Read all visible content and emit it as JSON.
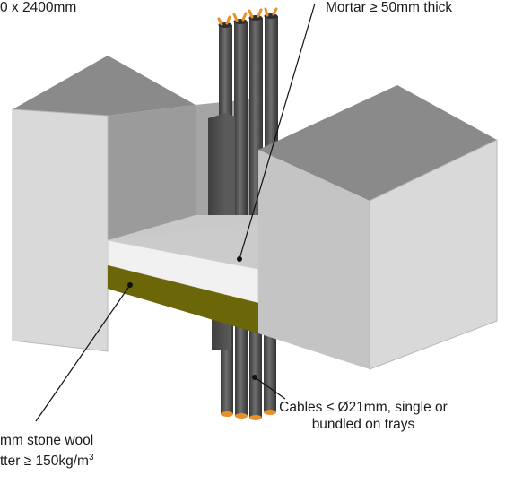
{
  "labels": {
    "opening_size": "0 x 2400mm",
    "mortar": "Mortar ≥ 50mm thick",
    "cables": {
      "line1": "Cables ≤ Ø21mm, single or",
      "line2": "bundled on trays"
    },
    "stone_wool": {
      "line1": "mm stone wool",
      "line2_prefix": "tter ≥ 150kg/m",
      "line2_superscript": "3"
    }
  },
  "colors": {
    "wall_front": "#d9d9d9",
    "wall_top": "#8a8a8a",
    "wall_inner": "#9b9b9b",
    "wall_side": "#c4c4c4",
    "mortar_top": "#c9c9c9",
    "mortar_front": "#f1f1f1",
    "stone_wool": "#6b6608",
    "cable": "#4a4a4a",
    "cable_highlight": "#6a6a6a",
    "cable_core": "#e8902a",
    "tray": "#4d4d4d",
    "leader_line": "#111111"
  }
}
